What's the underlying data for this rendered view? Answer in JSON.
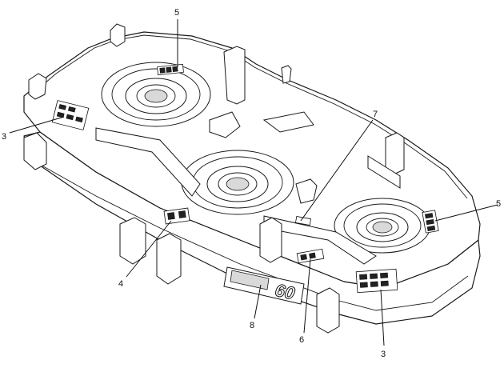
{
  "callouts": [
    {
      "id": "c5-top",
      "label": "5"
    },
    {
      "id": "c3-left",
      "label": "3"
    },
    {
      "id": "c7",
      "label": "7"
    },
    {
      "id": "c5-right",
      "label": "5"
    },
    {
      "id": "c4",
      "label": "4"
    },
    {
      "id": "c8",
      "label": "8"
    },
    {
      "id": "c6",
      "label": "6"
    },
    {
      "id": "c3-bottom",
      "label": "3"
    }
  ],
  "brand_plate": {
    "number": "60"
  }
}
